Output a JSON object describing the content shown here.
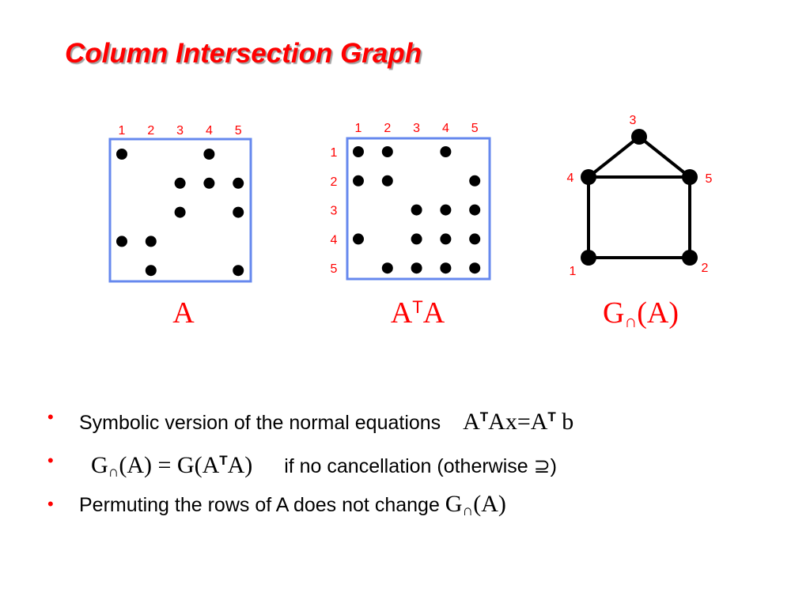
{
  "title": "Column Intersection Graph",
  "matrix_A": {
    "caption": "A",
    "col_labels": [
      "1",
      "2",
      "3",
      "4",
      "5"
    ],
    "nonzeros": [
      [
        1,
        1
      ],
      [
        1,
        4
      ],
      [
        2,
        3
      ],
      [
        2,
        4
      ],
      [
        2,
        5
      ],
      [
        3,
        3
      ],
      [
        3,
        5
      ],
      [
        4,
        1
      ],
      [
        4,
        2
      ],
      [
        5,
        2
      ],
      [
        5,
        5
      ]
    ]
  },
  "matrix_AtA": {
    "caption_base": "A",
    "caption_sup": "T",
    "caption_tail": "A",
    "col_labels": [
      "1",
      "2",
      "3",
      "4",
      "5"
    ],
    "row_labels": [
      "1",
      "2",
      "3",
      "4",
      "5"
    ],
    "nonzeros": [
      [
        1,
        1
      ],
      [
        1,
        2
      ],
      [
        1,
        4
      ],
      [
        2,
        1
      ],
      [
        2,
        2
      ],
      [
        2,
        5
      ],
      [
        3,
        3
      ],
      [
        3,
        4
      ],
      [
        3,
        5
      ],
      [
        4,
        1
      ],
      [
        4,
        3
      ],
      [
        4,
        4
      ],
      [
        4,
        5
      ],
      [
        5,
        2
      ],
      [
        5,
        3
      ],
      [
        5,
        4
      ],
      [
        5,
        5
      ]
    ]
  },
  "graph": {
    "caption_base": "G",
    "caption_sub": "∩",
    "caption_tail": "(A)",
    "nodes": [
      "1",
      "2",
      "3",
      "4",
      "5"
    ],
    "edges": [
      [
        "1",
        "2"
      ],
      [
        "1",
        "4"
      ],
      [
        "2",
        "5"
      ],
      [
        "3",
        "4"
      ],
      [
        "3",
        "5"
      ],
      [
        "4",
        "5"
      ]
    ]
  },
  "bullets": {
    "b1_text": "Symbolic version of the normal equations",
    "b1_eq_a": "A",
    "b1_eq_t1": "T",
    "b1_eq_mid": "Ax=A",
    "b1_eq_t2": "T",
    "b1_eq_end": " b",
    "b2_g": "G",
    "b2_sub": "∩",
    "b2_mid": "(A) = G(A",
    "b2_t": "T",
    "b2_end": "A)",
    "b2_text": "if no cancellation   (otherwise ",
    "b2_symbol": "⊇",
    "b2_close": ")",
    "b3_text": "Permuting the rows of A does not change ",
    "b3_g": "G",
    "b3_sub": "∩",
    "b3_end": "(A)"
  },
  "colors": {
    "title": "#ff0000",
    "labels": "#ff0000",
    "frame": "#6688ee",
    "dots": "#000000"
  }
}
